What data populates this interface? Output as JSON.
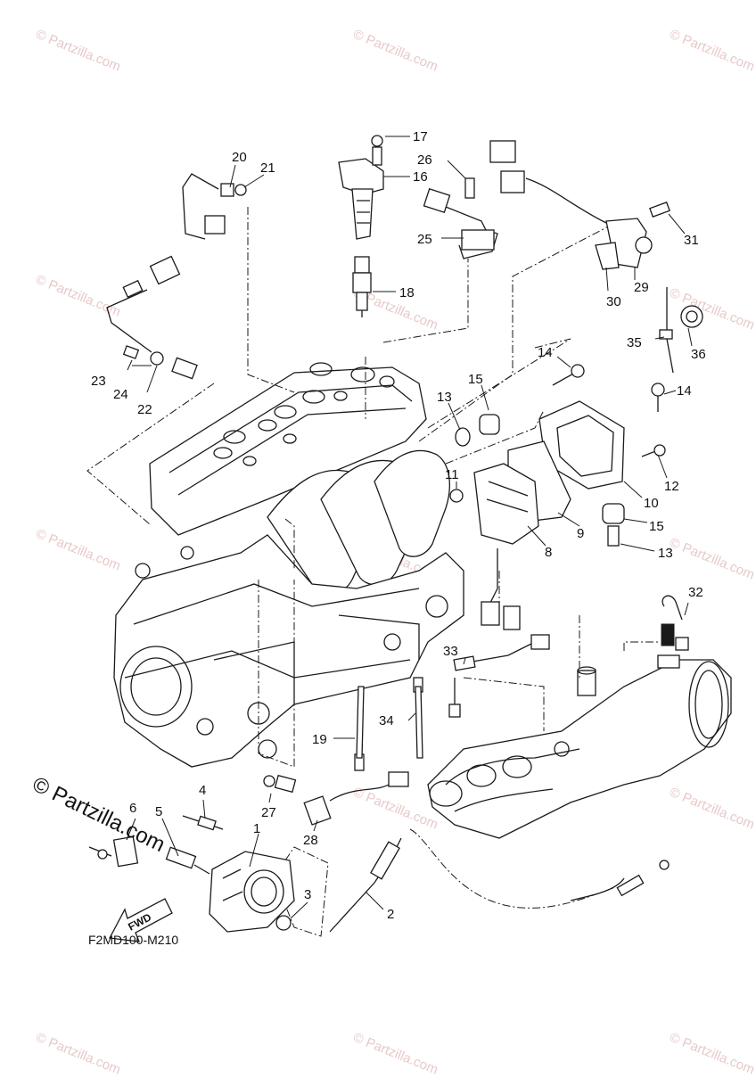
{
  "watermark": "© Partzilla.com",
  "brand_overlay": "© Partzilla.com",
  "diagram_code": "F2MD100-M210",
  "fwd_label": "FWD",
  "callouts": [
    "1",
    "2",
    "3",
    "4",
    "5",
    "6",
    "8",
    "9",
    "10",
    "11",
    "12",
    "13",
    "13",
    "14",
    "14",
    "15",
    "15",
    "16",
    "17",
    "18",
    "19",
    "20",
    "21",
    "22",
    "23",
    "24",
    "25",
    "26",
    "27",
    "28",
    "29",
    "30",
    "31",
    "32",
    "33",
    "34",
    "35",
    "36"
  ]
}
